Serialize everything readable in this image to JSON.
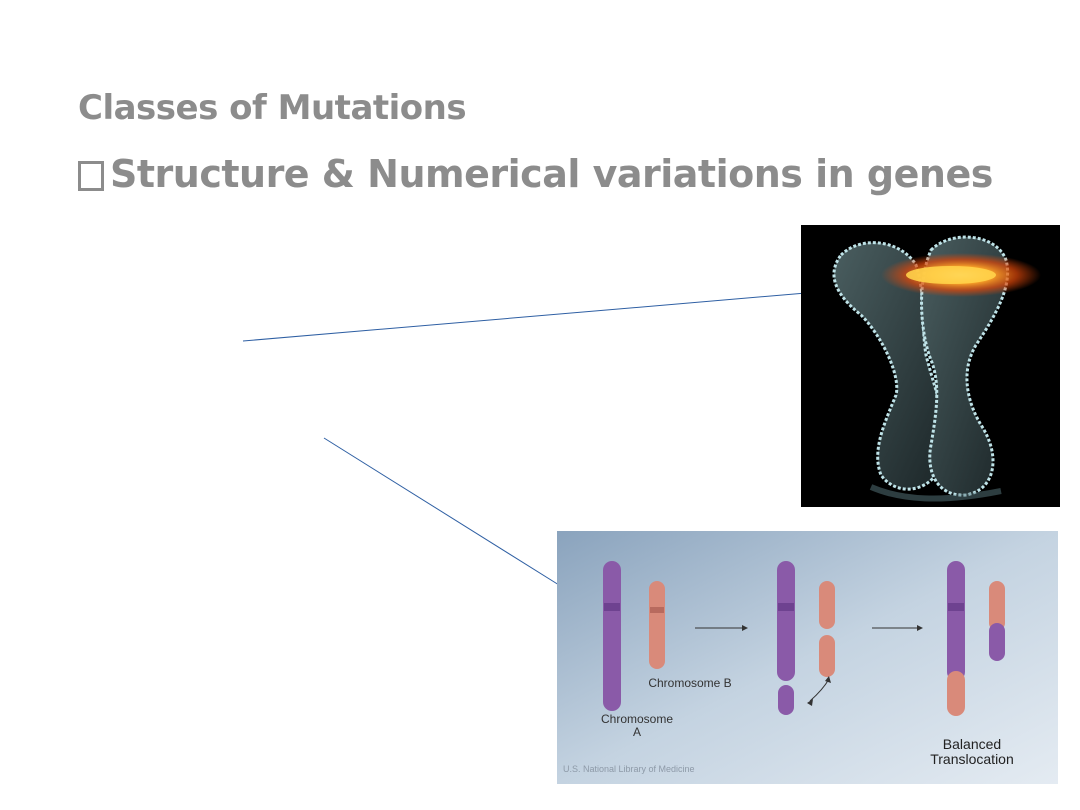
{
  "slide": {
    "title": "Classes of Mutations",
    "bullet": "Structure & Numerical variations in genes"
  },
  "images": {
    "translocation": {
      "chromosome_a": "Chromosome A",
      "chromosome_b": "Chromosome B",
      "result": "Balanced Translocation",
      "credit": "U.S. National Library of Medicine"
    }
  },
  "colors": {
    "text": "#8c8c8c",
    "connector": "#2e5fa3",
    "chromosome_purple": "#8a5aa8",
    "chromosome_pink": "#d98a7a"
  }
}
